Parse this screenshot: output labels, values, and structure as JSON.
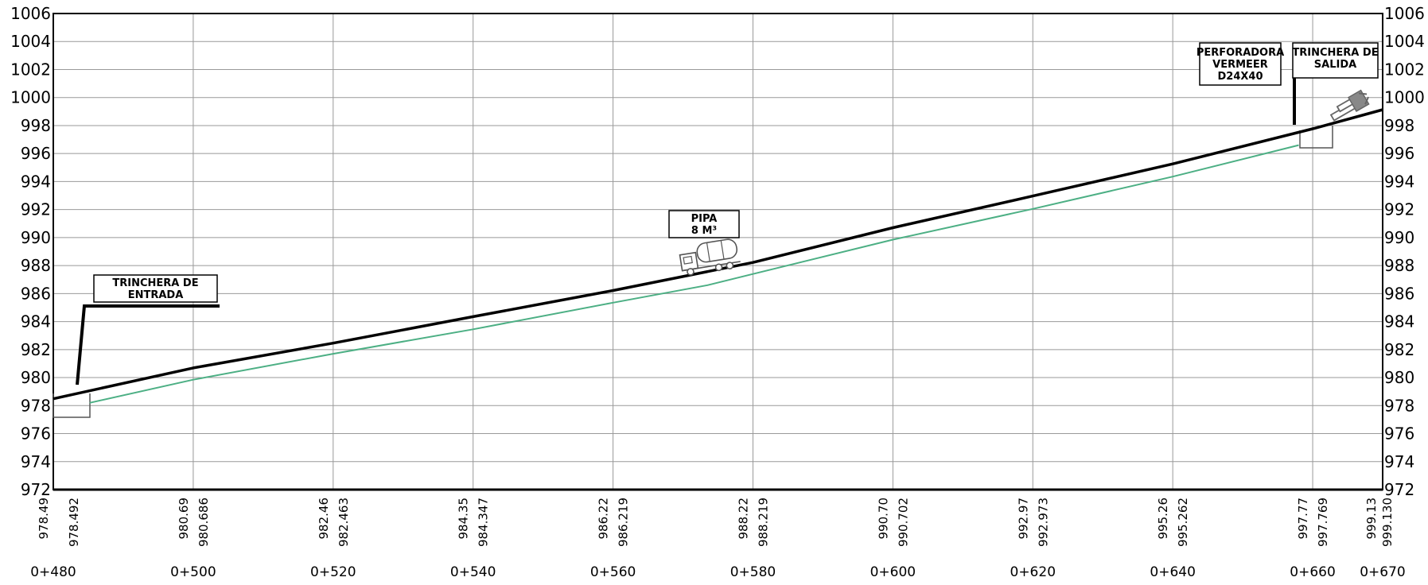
{
  "chart_data": {
    "type": "line",
    "title": "",
    "xlabel": "",
    "ylabel": "",
    "xlim": [
      480,
      670
    ],
    "ylim": [
      972,
      1006
    ],
    "y_ticks": [
      "1006",
      "1004",
      "1002",
      "1000",
      "998",
      "996",
      "994",
      "992",
      "990",
      "988",
      "986",
      "984",
      "982",
      "980",
      "978",
      "976",
      "974",
      "972"
    ],
    "stations": [
      {
        "x": 480,
        "label": "0+480"
      },
      {
        "x": 500,
        "label": "0+500"
      },
      {
        "x": 520,
        "label": "0+520"
      },
      {
        "x": 540,
        "label": "0+540"
      },
      {
        "x": 560,
        "label": "0+560"
      },
      {
        "x": 580,
        "label": "0+580"
      },
      {
        "x": 600,
        "label": "0+600"
      },
      {
        "x": 620,
        "label": "0+620"
      },
      {
        "x": 640,
        "label": "0+640"
      },
      {
        "x": 660,
        "label": "0+660"
      },
      {
        "x": 670,
        "label": "0+670"
      }
    ],
    "elevation_labels": [
      {
        "x": 480,
        "ground": "978.49",
        "design": "978.492"
      },
      {
        "x": 500,
        "ground": "980.69",
        "design": "980.686"
      },
      {
        "x": 520,
        "ground": "982.46",
        "design": "982.463"
      },
      {
        "x": 540,
        "ground": "984.35",
        "design": "984.347"
      },
      {
        "x": 560,
        "ground": "986.22",
        "design": "986.219"
      },
      {
        "x": 580,
        "ground": "988.22",
        "design": "988.219"
      },
      {
        "x": 600,
        "ground": "990.70",
        "design": "990.702"
      },
      {
        "x": 620,
        "ground": "992.97",
        "design": "992.973"
      },
      {
        "x": 640,
        "ground": "995.26",
        "design": "995.262"
      },
      {
        "x": 660,
        "ground": "997.77",
        "design": "997.769"
      },
      {
        "x": 670,
        "ground": "999.13",
        "design": "999.130"
      }
    ],
    "series": [
      {
        "color": "#000000",
        "points": [
          [
            480,
            978.49
          ],
          [
            500,
            980.69
          ],
          [
            520,
            982.46
          ],
          [
            540,
            984.35
          ],
          [
            560,
            986.22
          ],
          [
            580,
            988.22
          ],
          [
            600,
            990.7
          ],
          [
            620,
            992.97
          ],
          [
            640,
            995.26
          ],
          [
            660,
            997.77
          ],
          [
            670,
            999.13
          ]
        ]
      },
      {
        "color": "#4caf84",
        "points": [
          [
            485.2,
            978.2
          ],
          [
            500,
            979.85
          ],
          [
            520,
            981.7
          ],
          [
            540,
            983.45
          ],
          [
            560,
            985.35
          ],
          [
            573.5,
            986.6
          ],
          [
            580,
            987.4
          ],
          [
            600,
            989.85
          ],
          [
            620,
            992.05
          ],
          [
            640,
            994.35
          ],
          [
            658,
            996.6
          ]
        ]
      }
    ],
    "annotations": [
      {
        "name": "trinchera-entrada",
        "lines": [
          "TRINCHERA DE",
          "ENTRADA"
        ]
      },
      {
        "name": "pipa",
        "lines": [
          "PIPA",
          "8 M³"
        ]
      },
      {
        "name": "perforadora",
        "lines": [
          "PERFORADORA",
          "VERMEER",
          "D24X40"
        ]
      },
      {
        "name": "trinchera-salida",
        "lines": [
          "TRINCHERA DE",
          "SALIDA"
        ]
      }
    ],
    "grid": true
  }
}
